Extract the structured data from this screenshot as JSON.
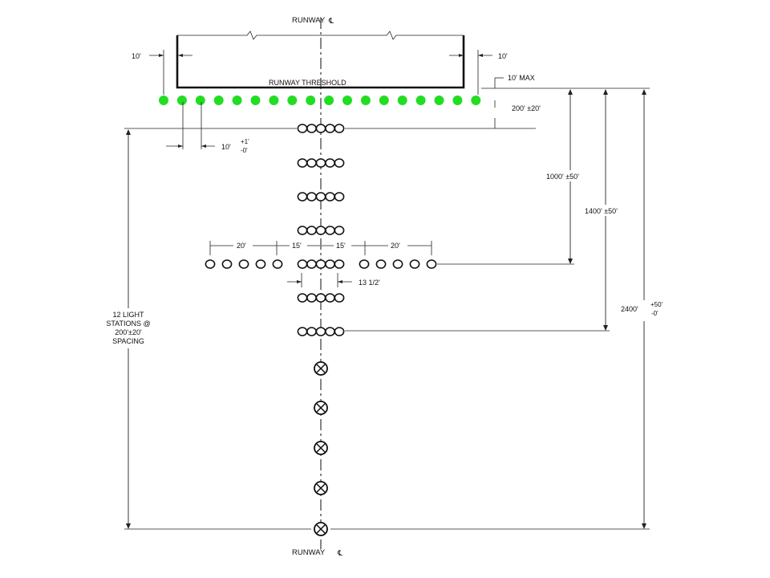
{
  "labels": {
    "runway_cl_top": "RUNWAY",
    "runway_cl_bottom": "RUNWAY",
    "cl_symbol": "℄",
    "runway_threshold": "RUNWAY THRESHOLD",
    "left_offset": "10'",
    "right_offset": "10'",
    "ten_max": "10' MAX",
    "first_station": "200' ±20'",
    "bar_offset": "10'",
    "bar_tol_plus": "+1'",
    "bar_tol_minus": "-0'",
    "dist_1000": "1000' ±50'",
    "dist_1400": "1400' ±50'",
    "dist_2400": "2400'",
    "dist_2400_plus": "+50'",
    "dist_2400_minus": "-0'",
    "crossbar_left_20": "20'",
    "crossbar_left_15": "15'",
    "crossbar_right_15": "15'",
    "crossbar_right_20": "20'",
    "light_spacing": "13 1/2'",
    "stations_line1": "12 LIGHT",
    "stations_line2": "STATIONS @",
    "stations_line3": "200'±20'",
    "stations_line4": "SPACING"
  },
  "colors": {
    "threshold_lights": "#22dd22",
    "line": "#222222"
  },
  "structure": {
    "threshold_light_count": 18,
    "barrette_station_count": 7,
    "single_light_station_count": 5,
    "crossbar_lights_per_side": 5,
    "lights_per_barrette": 5
  }
}
